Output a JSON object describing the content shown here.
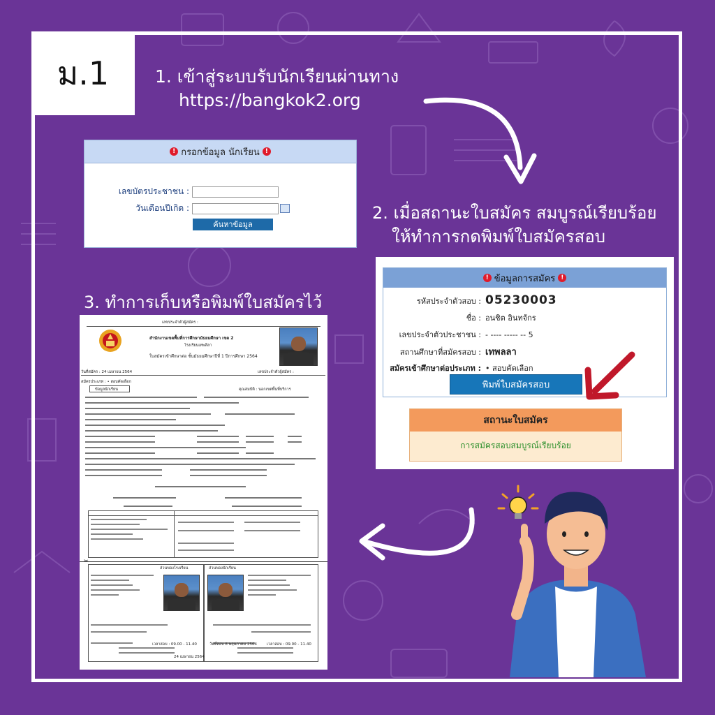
{
  "grade_badge": "ม.1",
  "step1": {
    "text": "1. เข้าสู่ระบบรับนักเรียนผ่านทาง",
    "url": "https://bangkok2.org"
  },
  "step2": {
    "line1": "2. เมื่อสถานะใบสมัคร สมบูรณ์เรียบร้อย",
    "line2": "ให้ทำการกดพิมพ์ใบสมัครสอบ"
  },
  "step3": {
    "text": "3. ทำการเก็บหรือพิมพ์ใบสมัครไว้"
  },
  "search_form": {
    "title": "กรอกข้อมูล นักเรียน",
    "id_label": "เลขบัตรประชาชน :",
    "dob_label": "วันเดือนปีเกิด :",
    "button": "ค้นหาข้อมูล"
  },
  "application_info": {
    "title": "ข้อมูลการสมัคร",
    "exam_id_label": "รหัสประจำตัวสอบ :",
    "exam_id": "05230003",
    "name_label": "ชื่อ :",
    "name": "อนชิต  อินทจักร",
    "citizen_id_label": "เลขประจำตัวประชาชน :",
    "citizen_id": "- ---- ----- -- 5",
    "school_label": "สถานศึกษาที่สมัครสอบ :",
    "school": "เทพลลา",
    "type_label": "สมัครเข้าศึกษาต่อประเภท :",
    "type": "• สอบคัดเลือก",
    "print_button": "พิมพ์ใบสมัครสอบ"
  },
  "status": {
    "title": "สถานะใบสมัคร",
    "text": "การสมัครสอบสมบูรณ์เรียบร้อย"
  },
  "printed_form": {
    "header_id": "เลขประจำตัวผู้สมัคร :",
    "org": "สำนักงานเขตพื้นที่การศึกษามัธยมศึกษา เขต 2",
    "school": "โรงเรียนเทพลีลา",
    "doc_title": "ใบสมัครเข้าศึกษาต่อ ชั้นมัธยมศึกษาปีที่ 1 ปีการศึกษา 2564",
    "date_applied": "วันที่สมัคร : 24 เมษายน 2564",
    "type_line": "สมัครประเภท : • สอบคัดเลือก",
    "section_student": "ข้อมูลนักเรียน",
    "guardian": "คุณสมบัติ : นอกเขตพื้นที่บริการ",
    "footer_date": "24 เมษายน 2564",
    "exam_date": "วันที่สอบ 8 พฤษภาคม 2564",
    "exam_time": "เวลาสอบ : 09.00 - 11.40",
    "cut_left": "ส่วนของโรงเรียน",
    "cut_right": "ส่วนของนักเรียน"
  },
  "colors": {
    "background": "#6a3497",
    "form_header": "#c7d9f4",
    "info_header": "#7ba1d6",
    "button_blue": "#1776b9",
    "status_header": "#f39a5c",
    "status_text": "#2b8f2b",
    "red_arrow": "#c0182a"
  }
}
